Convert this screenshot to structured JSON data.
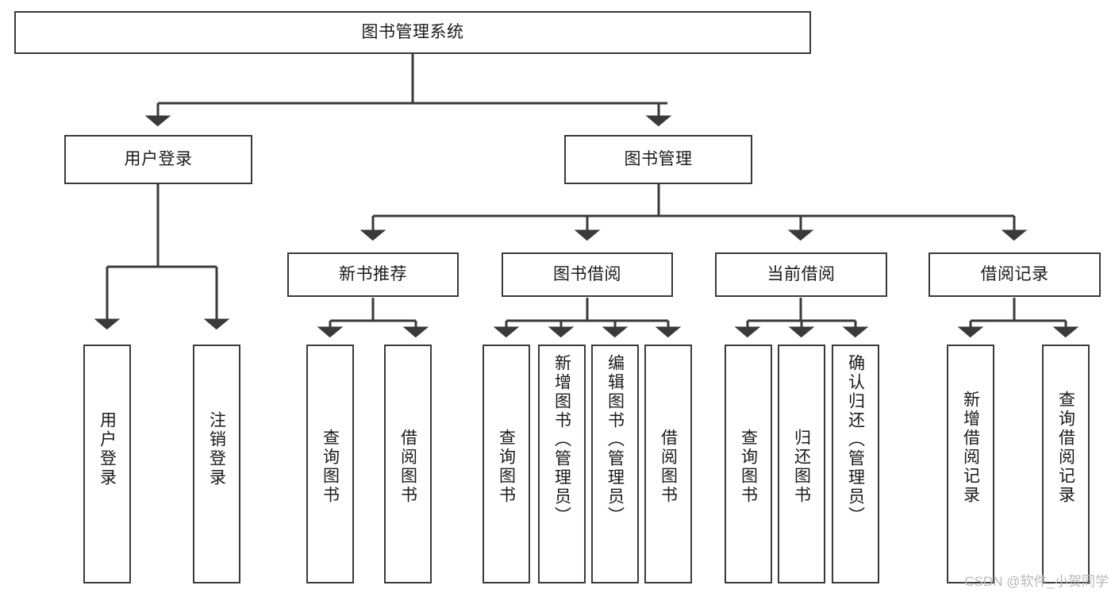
{
  "diagram": {
    "type": "tree-flowchart",
    "title": "图书管理系统",
    "orientation": "top-down",
    "watermark": "CSDN @软件_小贺同学",
    "colors": {
      "box_border": "#3a3a3a",
      "box_fill": "#ffffff",
      "connector": "#3a3a3a",
      "text": "#1a1a1a",
      "watermark": "#b8b8b8"
    },
    "nodes": {
      "root": {
        "id": "root",
        "label": "图书管理系统",
        "level": 0,
        "orientation": "horizontal"
      },
      "level2": [
        {
          "id": "user-login",
          "label": "用户登录",
          "level": 1,
          "orientation": "horizontal"
        },
        {
          "id": "book-management",
          "label": "图书管理",
          "level": 1,
          "orientation": "horizontal"
        }
      ],
      "level3": [
        {
          "id": "new-book-recommend",
          "label": "新书推荐",
          "level": 2,
          "orientation": "horizontal",
          "parent": "book-management"
        },
        {
          "id": "book-borrow",
          "label": "图书借阅",
          "level": 2,
          "orientation": "horizontal",
          "parent": "book-management"
        },
        {
          "id": "current-borrow",
          "label": "当前借阅",
          "level": 2,
          "orientation": "horizontal",
          "parent": "book-management"
        },
        {
          "id": "borrow-record",
          "label": "借阅记录",
          "level": 2,
          "orientation": "horizontal",
          "parent": "book-management"
        }
      ],
      "leaves": [
        {
          "id": "leaf-user-login",
          "label": "用户登录",
          "parent": "user-login",
          "orientation": "vertical"
        },
        {
          "id": "leaf-user-logout",
          "label": "注销登录",
          "parent": "user-login",
          "orientation": "vertical"
        },
        {
          "id": "leaf-query-book-1",
          "label": "查询图书",
          "parent": "new-book-recommend",
          "orientation": "vertical"
        },
        {
          "id": "leaf-borrow-book-1",
          "label": "借阅图书",
          "parent": "new-book-recommend",
          "orientation": "vertical"
        },
        {
          "id": "leaf-query-book-2",
          "label": "查询图书",
          "parent": "book-borrow",
          "orientation": "vertical"
        },
        {
          "id": "leaf-add-book",
          "label": "新增图书（管理员）",
          "parent": "book-borrow",
          "orientation": "vertical"
        },
        {
          "id": "leaf-edit-book",
          "label": "编辑图书（管理员）",
          "parent": "book-borrow",
          "orientation": "vertical"
        },
        {
          "id": "leaf-borrow-book-2",
          "label": "借阅图书",
          "parent": "book-borrow",
          "orientation": "vertical"
        },
        {
          "id": "leaf-query-book-3",
          "label": "查询图书",
          "parent": "current-borrow",
          "orientation": "vertical"
        },
        {
          "id": "leaf-return-book",
          "label": "归还图书",
          "parent": "current-borrow",
          "orientation": "vertical"
        },
        {
          "id": "leaf-confirm-return",
          "label": "确认归还（管理员）",
          "parent": "current-borrow",
          "orientation": "vertical"
        },
        {
          "id": "leaf-add-record",
          "label": "新增借阅记录",
          "parent": "borrow-record",
          "orientation": "vertical"
        },
        {
          "id": "leaf-query-record",
          "label": "查询借阅记录",
          "parent": "borrow-record",
          "orientation": "vertical"
        }
      ]
    }
  }
}
